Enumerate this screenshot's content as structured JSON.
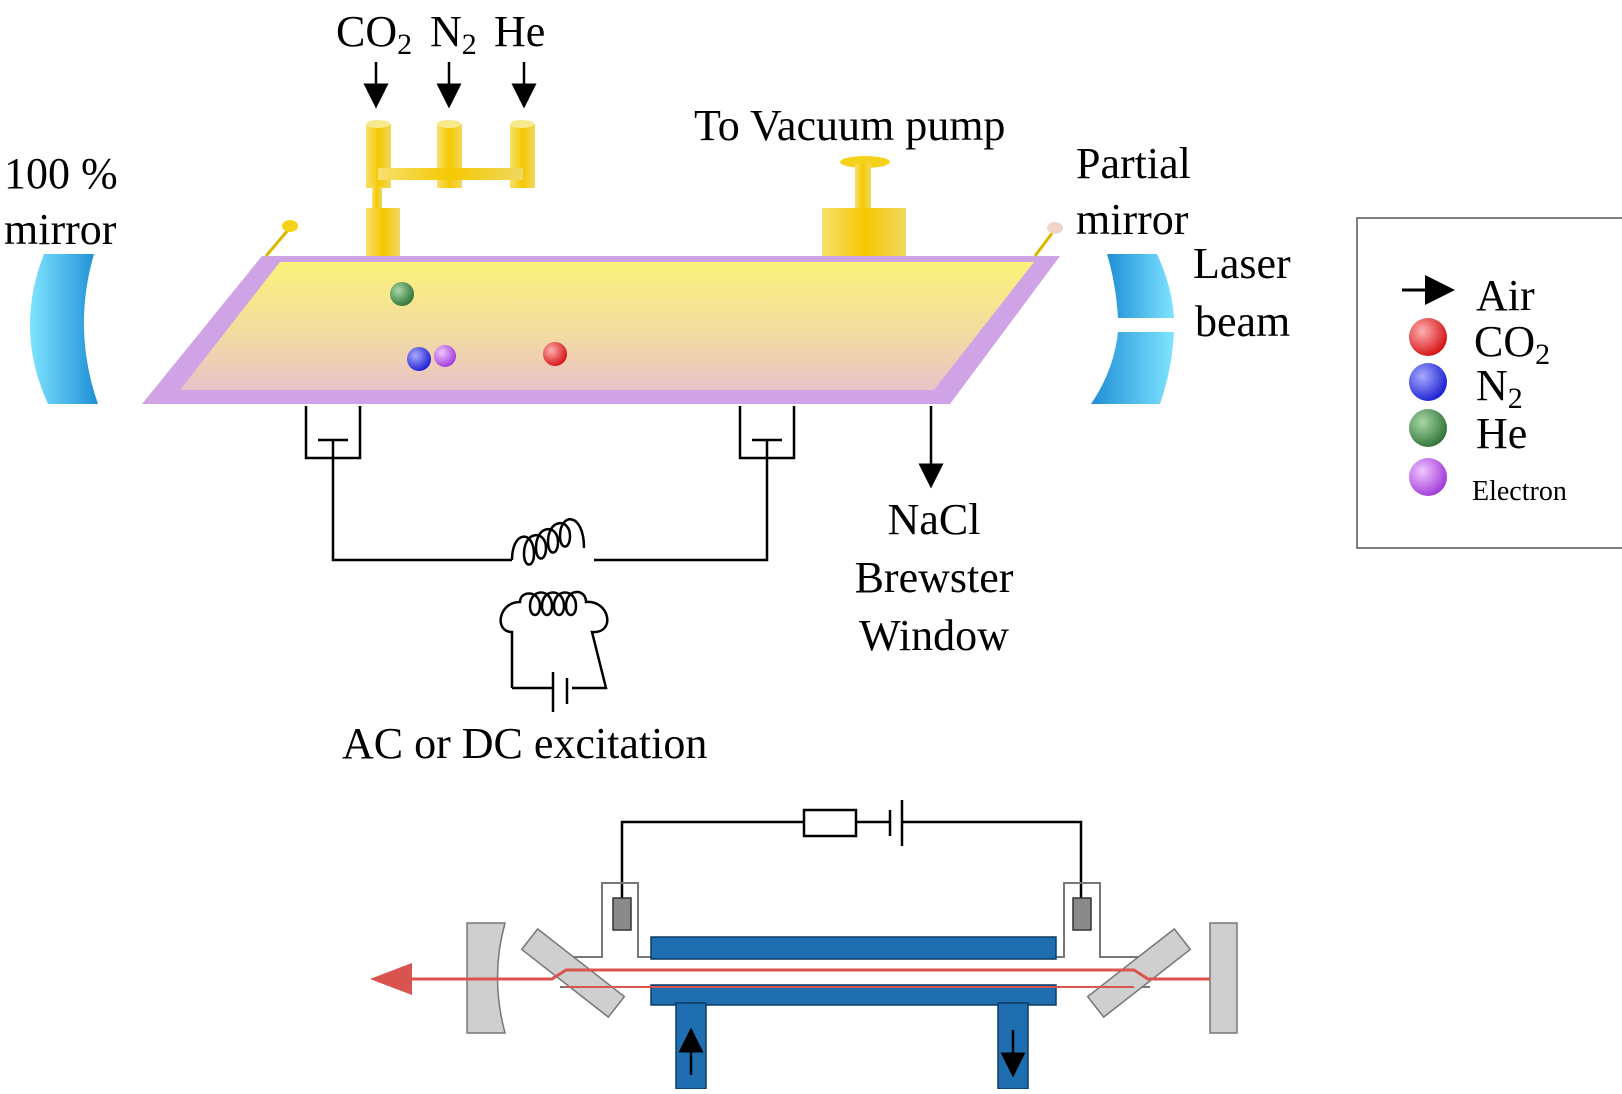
{
  "labels": {
    "gas_co2": "CO",
    "gas_co2_sub": "2",
    "gas_n2": "N",
    "gas_n2_sub": "2",
    "gas_he": "He",
    "vacuum": "To Vacuum pump",
    "mirror_full_1": "100 %",
    "mirror_full_2": "mirror",
    "mirror_partial_1": "Partial",
    "mirror_partial_2": "mirror",
    "laser_1": "Laser",
    "laser_2": "beam",
    "nacl_1": "NaCl",
    "nacl_2": "Brewster",
    "nacl_3": "Window",
    "excitation": "AC or DC excitation"
  },
  "legend": {
    "items": [
      {
        "label": "Air",
        "sub": "",
        "symbol": "arrow",
        "color": "#000000"
      },
      {
        "label": "CO",
        "sub": "2",
        "symbol": "sphere",
        "color": "#e8282a"
      },
      {
        "label": "N",
        "sub": "2",
        "symbol": "sphere",
        "color": "#2a2ee0"
      },
      {
        "label": "He",
        "sub": "",
        "symbol": "sphere",
        "color": "#3f8a4a"
      },
      {
        "label": "Electron",
        "sub": "",
        "symbol": "sphere",
        "color": "#b74ee0"
      }
    ]
  },
  "colors": {
    "tube_fill": "#f6ea6e",
    "tube_border": "#cfa3e6",
    "brass": "#f5d21a",
    "mirror": "#2bb7ee",
    "laser": "#d9534f",
    "coolant": "#1f6fb0",
    "gray_part": "#cfcfcf"
  }
}
